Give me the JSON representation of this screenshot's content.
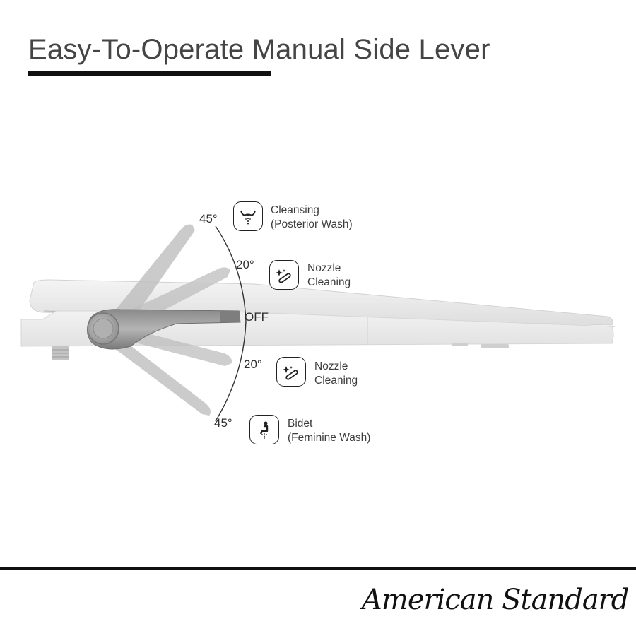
{
  "header": {
    "title": "Easy-To-Operate Manual Side Lever"
  },
  "lever_positions": [
    {
      "angle": "45°",
      "direction": "up",
      "mode": {
        "line1": "Cleansing",
        "line2": "(Posterior Wash)",
        "icon": "posterior-wash-icon"
      }
    },
    {
      "angle": "20°",
      "direction": "up",
      "mode": {
        "line1": "Nozzle",
        "line2": "Cleaning",
        "icon": "nozzle-cleaning-icon"
      }
    },
    {
      "angle": "OFF",
      "direction": "center"
    },
    {
      "angle": "20°",
      "direction": "down",
      "mode": {
        "line1": "Nozzle",
        "line2": "Cleaning",
        "icon": "nozzle-cleaning-icon"
      }
    },
    {
      "angle": "45°",
      "direction": "down",
      "mode": {
        "line1": "Bidet",
        "line2": "(Feminine Wash)",
        "icon": "feminine-wash-icon"
      }
    }
  ],
  "footer": {
    "brand": "American Standard"
  },
  "colors": {
    "accent_bar": "#111111",
    "text": "#3b3b3b",
    "seat": "#ececec",
    "lever": "#9a9a9a"
  }
}
